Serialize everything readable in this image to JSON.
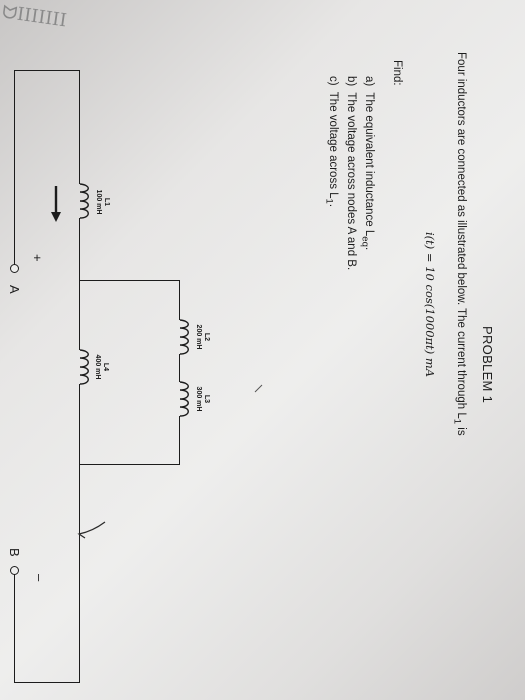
{
  "problem": {
    "title": "PROBLEM 1",
    "statement": "Four inductors are connected as illustrated below. The current through L",
    "statement_sub": "1",
    "statement_end": " is",
    "equation": "i(t) = 10 cos(1000πt)  mA",
    "find_label": "Find:",
    "items": [
      {
        "letter": "a)",
        "text": "The equivalent inductance L",
        "sub": "eq",
        "end": "."
      },
      {
        "letter": "b)",
        "text": "The voltage across nodes A and B.",
        "sub": "",
        "end": ""
      },
      {
        "letter": "c)",
        "text": "The voltage across L",
        "sub": "1",
        "end": "."
      }
    ]
  },
  "circuit": {
    "L1": {
      "name": "L1",
      "value": "100 mH"
    },
    "L2": {
      "name": "L2",
      "value": "200 mH"
    },
    "L3": {
      "name": "L3",
      "value": "300 mH"
    },
    "L4": {
      "name": "L4",
      "value": "400 mH"
    },
    "terminal_a": "A",
    "terminal_b": "B",
    "plus": "+",
    "minus": "–"
  }
}
